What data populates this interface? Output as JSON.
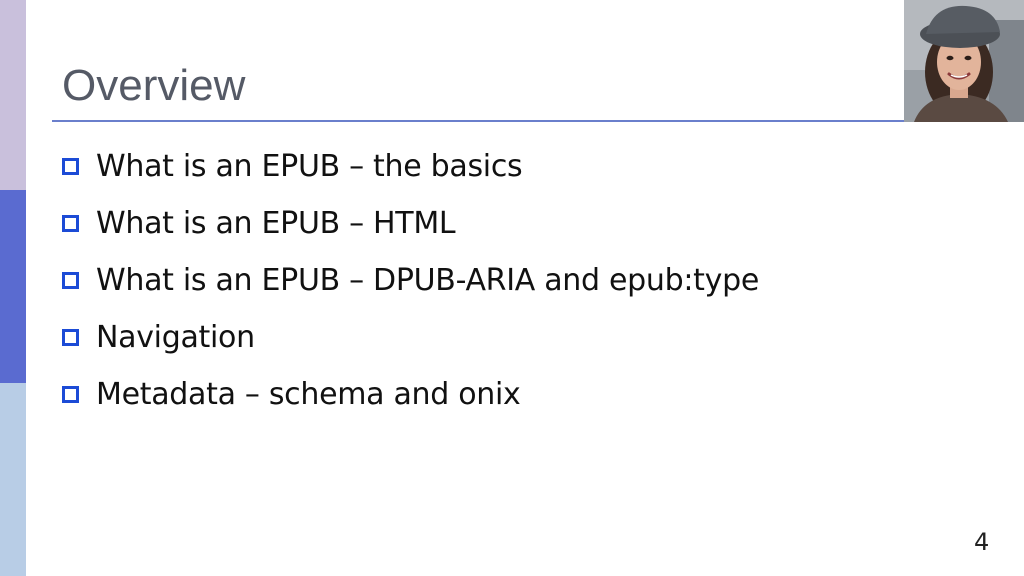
{
  "slide": {
    "title": "Overview",
    "bullets": [
      {
        "text": "What is an EPUB – the basics"
      },
      {
        "text": "What is an EPUB – HTML"
      },
      {
        "text": "What is an EPUB – DPUB-ARIA and epub:type"
      },
      {
        "text": "Navigation"
      },
      {
        "text": "Metadata – schema and onix"
      }
    ],
    "page_number": "4"
  },
  "colors": {
    "accent": "#1c4bd6",
    "rule": "#6a7fcc",
    "band_top": "#c9c0dc",
    "band_mid": "#5a6bd0",
    "band_bottom": "#b8cde6"
  }
}
